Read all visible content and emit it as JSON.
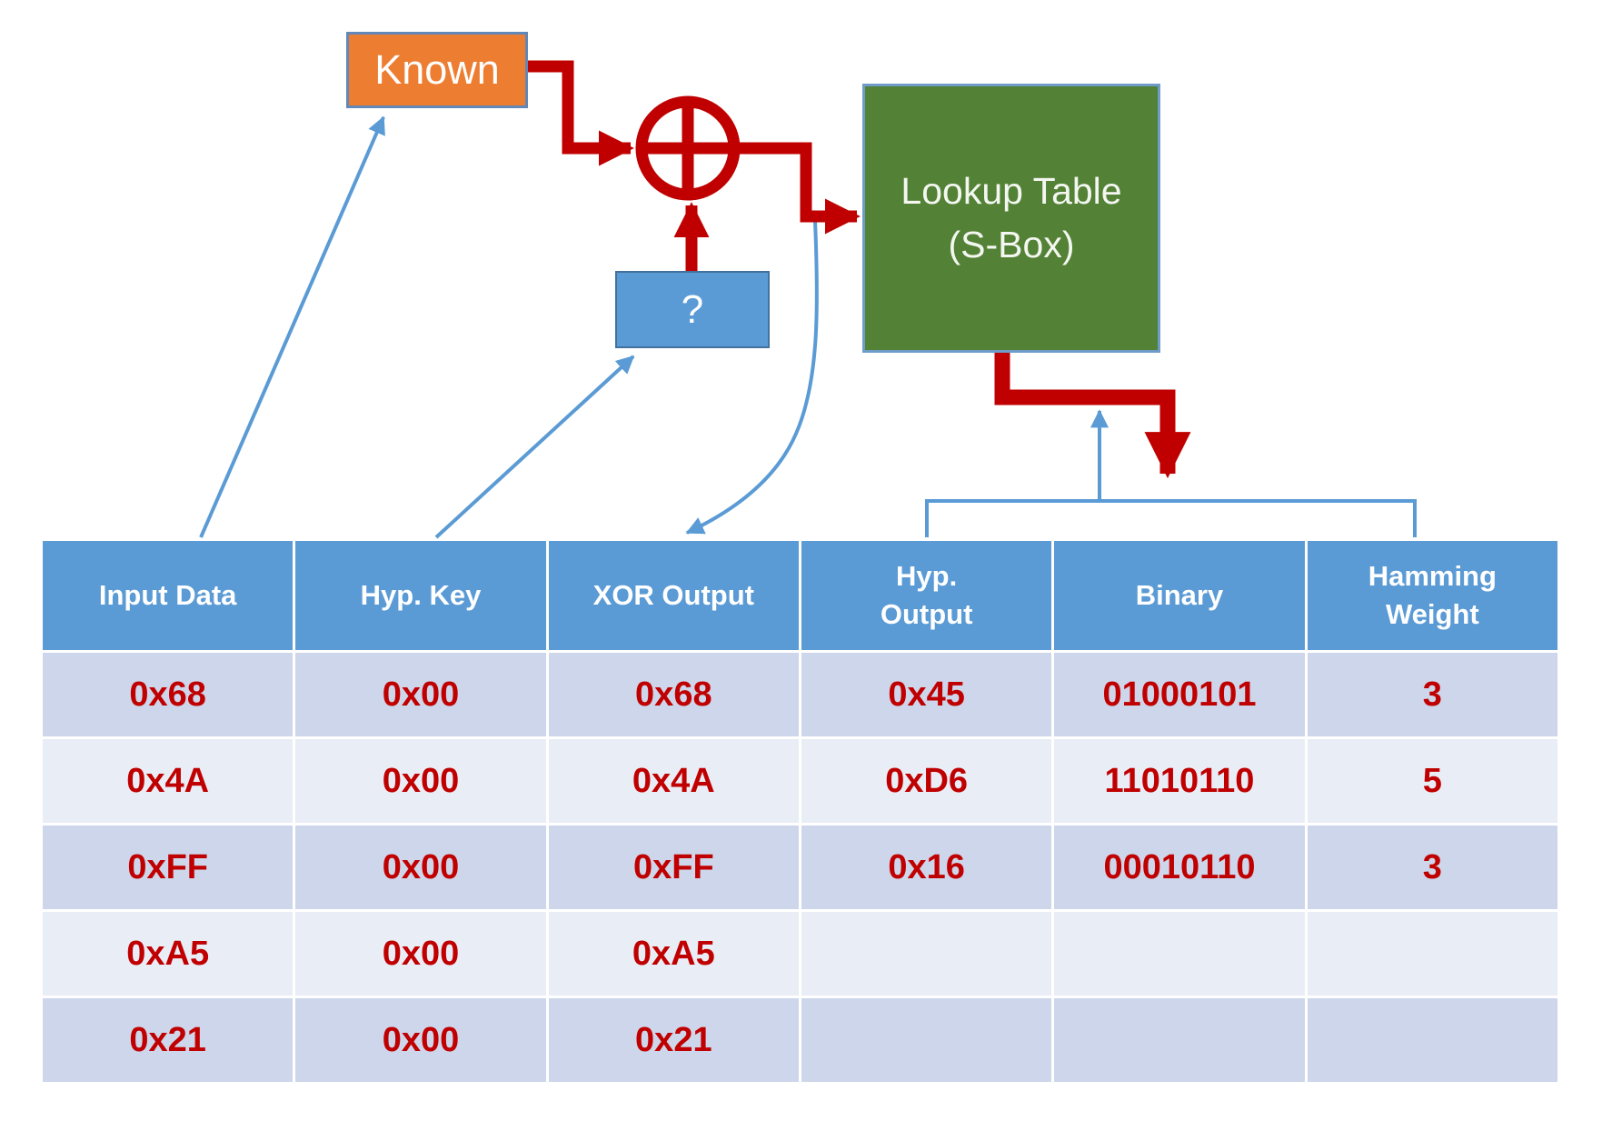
{
  "diagram": {
    "known_label": "Known",
    "unknown_label": "?",
    "sbox_label_line1": "Lookup Table",
    "sbox_label_line2": "(S-Box)"
  },
  "table": {
    "columns": [
      "Input Data",
      "Hyp. Key",
      "XOR Output",
      "Hyp.\nOutput",
      "Binary",
      "Hamming\nWeight"
    ],
    "rows": [
      [
        "0x68",
        "0x00",
        "0x68",
        "0x45",
        "01000101",
        "3"
      ],
      [
        "0x4A",
        "0x00",
        "0x4A",
        "0xD6",
        "11010110",
        "5"
      ],
      [
        "0xFF",
        "0x00",
        "0xFF",
        "0x16",
        "00010110",
        "3"
      ],
      [
        "0xA5",
        "0x00",
        "0xA5",
        "",
        "",
        ""
      ],
      [
        "0x21",
        "0x00",
        "0x21",
        "",
        "",
        ""
      ]
    ]
  },
  "colors": {
    "red_arrow": "#C00000",
    "blue_arrow": "#5B9BD5",
    "known_fill": "#ED7D31",
    "unknown_fill": "#5B9BD5",
    "sbox_fill": "#538135",
    "header_fill": "#5B9BD5",
    "row_odd_fill": "#CDD6EA",
    "row_even_fill": "#E9EDF6",
    "value_text": "#C00000"
  }
}
